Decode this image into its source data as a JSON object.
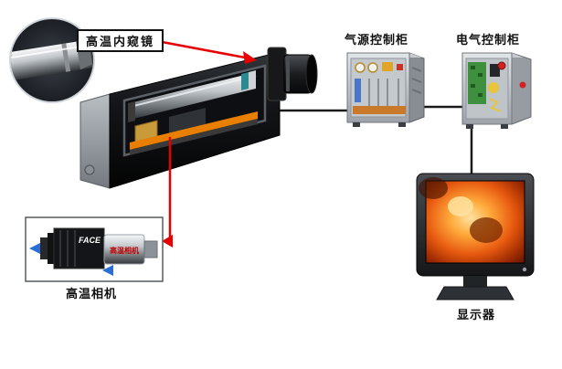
{
  "diagram": {
    "labels": {
      "endoscope": "高温内窥镜",
      "air_cabinet": "气源控制柜",
      "electric_cabinet": "电气控制柜",
      "camera": "高温相机",
      "monitor": "显示器"
    },
    "camera_inset": {
      "brand": "FACE",
      "side_text": "高温相机"
    },
    "colors": {
      "connector_red": "#e60000",
      "connector_black": "#1a1a1a",
      "rail_orange": "#e87f00",
      "screen_orange": "#ff8a2a",
      "arrow_blue": "#2a6fd4",
      "teal_ring": "#2a8a8f"
    }
  }
}
